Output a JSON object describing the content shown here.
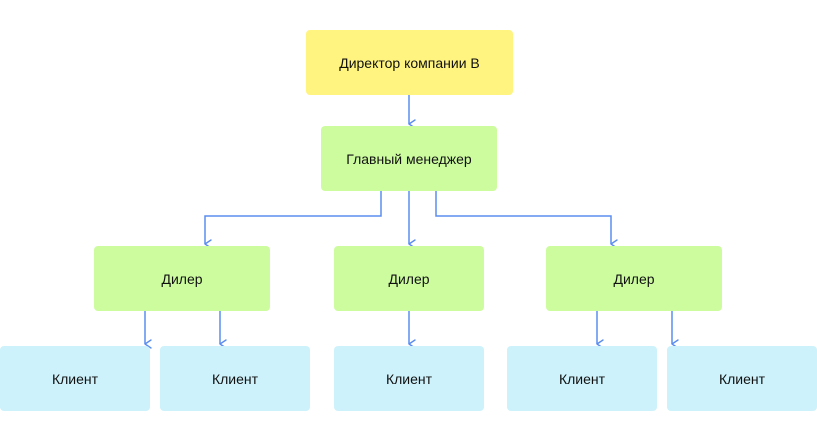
{
  "diagram": {
    "director": {
      "label": "Директор компании B"
    },
    "manager": {
      "label": "Главный менеджер"
    },
    "dealers": [
      {
        "label": "Дилер"
      },
      {
        "label": "Дилер"
      },
      {
        "label": "Дилер"
      }
    ],
    "clients": [
      {
        "label": "Клиент"
      },
      {
        "label": "Клиент"
      },
      {
        "label": "Клиент"
      },
      {
        "label": "Клиент"
      },
      {
        "label": "Клиент"
      }
    ]
  },
  "colors": {
    "director_fill": "#fff47f",
    "manager_fill": "#cdfc9f",
    "dealer_fill": "#cdfc9f",
    "client_fill": "#cdf2fb",
    "connector": "#5b8def"
  }
}
